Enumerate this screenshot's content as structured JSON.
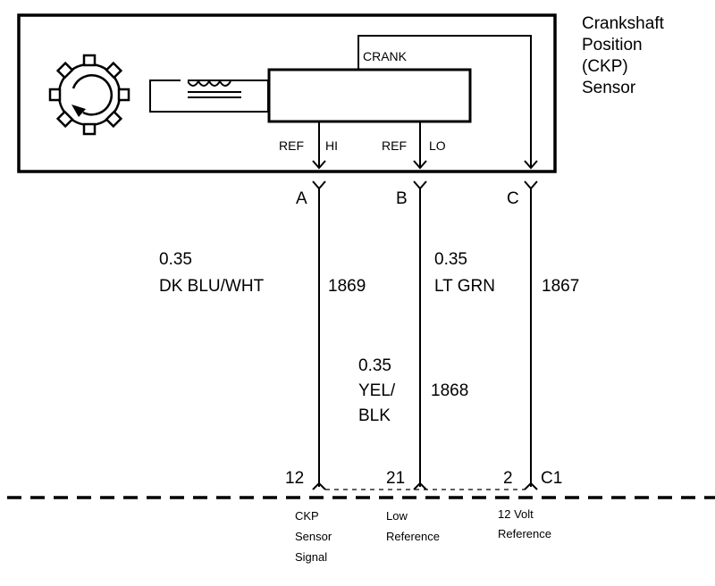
{
  "component": {
    "title_lines": [
      "Crankshaft",
      "Position",
      "(CKP)",
      "Sensor"
    ],
    "internal_label": "CRANK",
    "pin_labels": {
      "ref_hi": [
        "REF",
        "HI"
      ],
      "ref_lo": [
        "REF",
        "LO"
      ]
    }
  },
  "terminals": [
    {
      "id": "A"
    },
    {
      "id": "B"
    },
    {
      "id": "C"
    }
  ],
  "wires": [
    {
      "terminal": "A",
      "gauge": "0.35",
      "color_lines": [
        "DK BLU/WHT"
      ],
      "circuit": "1869",
      "pin": "12",
      "function_lines": [
        "CKP",
        "Sensor",
        "Signal"
      ]
    },
    {
      "terminal": "B",
      "gauge": "0.35",
      "color_lines": [
        "YEL/",
        "BLK"
      ],
      "circuit": "1868",
      "pin": "21",
      "function_lines": [
        "Low",
        "Reference"
      ]
    },
    {
      "terminal": "C",
      "gauge": "0.35",
      "color_lines": [
        "LT GRN"
      ],
      "circuit": "1867",
      "pin": "2",
      "function_lines": [
        "12 Volt",
        "Reference"
      ]
    }
  ],
  "connector": {
    "label": "C1"
  },
  "colors": {
    "line": "#000000",
    "background": "#ffffff"
  }
}
